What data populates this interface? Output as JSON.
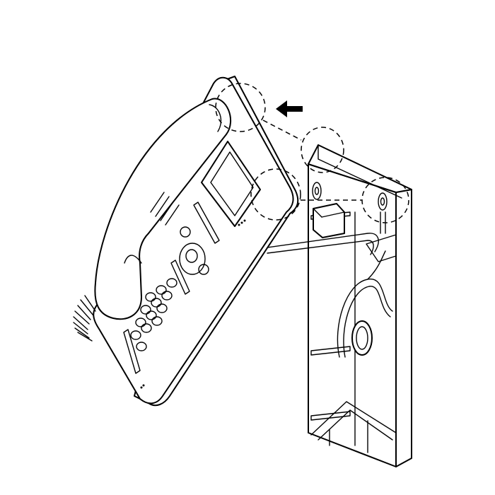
{
  "figure": {
    "description": "Line-art installation illustration: desk phone being hooked onto a wall-mount bracket",
    "callouts": [
      {
        "name": "phone-top-hook",
        "style": "dashed-circle"
      },
      {
        "name": "phone-side-hook",
        "style": "dashed-circle"
      },
      {
        "name": "bracket-top-slot-left",
        "style": "dashed-circle"
      },
      {
        "name": "bracket-top-slot-right",
        "style": "dashed-circle"
      }
    ],
    "arrow": {
      "direction": "left",
      "color": "#000000"
    },
    "colors": {
      "line": "#000000",
      "background": "#ffffff"
    }
  }
}
